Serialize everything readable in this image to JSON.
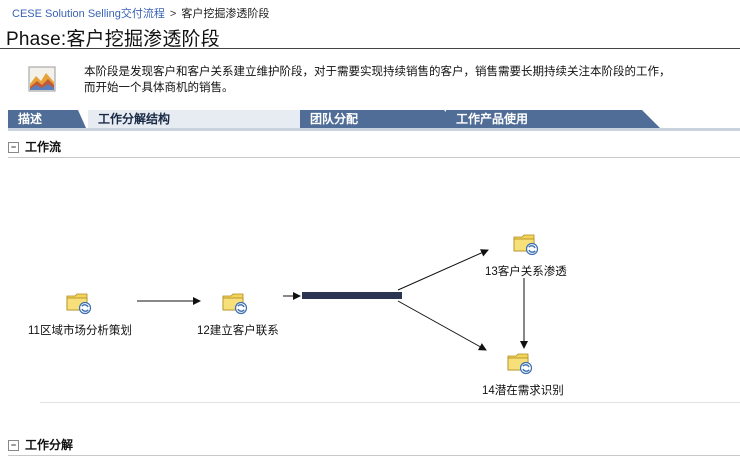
{
  "breadcrumb": {
    "root_link": "CESE Solution Selling交付流程",
    "separator": ">",
    "current": "客户挖掘渗透阶段"
  },
  "page": {
    "title": "Phase:客户挖掘渗透阶段",
    "description_line1": "本阶段是发现客户和客户关系建立维护阶段，对于需要实现持续销售的客户，销售需要长期持续关注本阶段的工作，",
    "description_line2": "而开始一个具体商机的销售。"
  },
  "tabs": [
    {
      "label": "描述",
      "active": false
    },
    {
      "label": "工作分解结构",
      "active": true
    },
    {
      "label": "团队分配",
      "active": false
    },
    {
      "label": "工作产品使用",
      "active": false
    }
  ],
  "sections": {
    "workflow_title": "工作流",
    "breakdown_title": "工作分解",
    "toggle_symbol": "−"
  },
  "workflow": {
    "nodes": [
      {
        "label": "11区域市场分析策划",
        "icon": "activity-icon"
      },
      {
        "label": "12建立客户联系",
        "icon": "activity-icon"
      },
      {
        "label": "13客户关系渗透",
        "icon": "activity-icon"
      },
      {
        "label": "14潜在需求识别",
        "icon": "activity-icon"
      }
    ]
  },
  "colors": {
    "tab_inactive": "#4f6d96",
    "tab_active": "#e7ecf3",
    "fork_bar": "#2b3553",
    "link": "#3a64b5"
  }
}
